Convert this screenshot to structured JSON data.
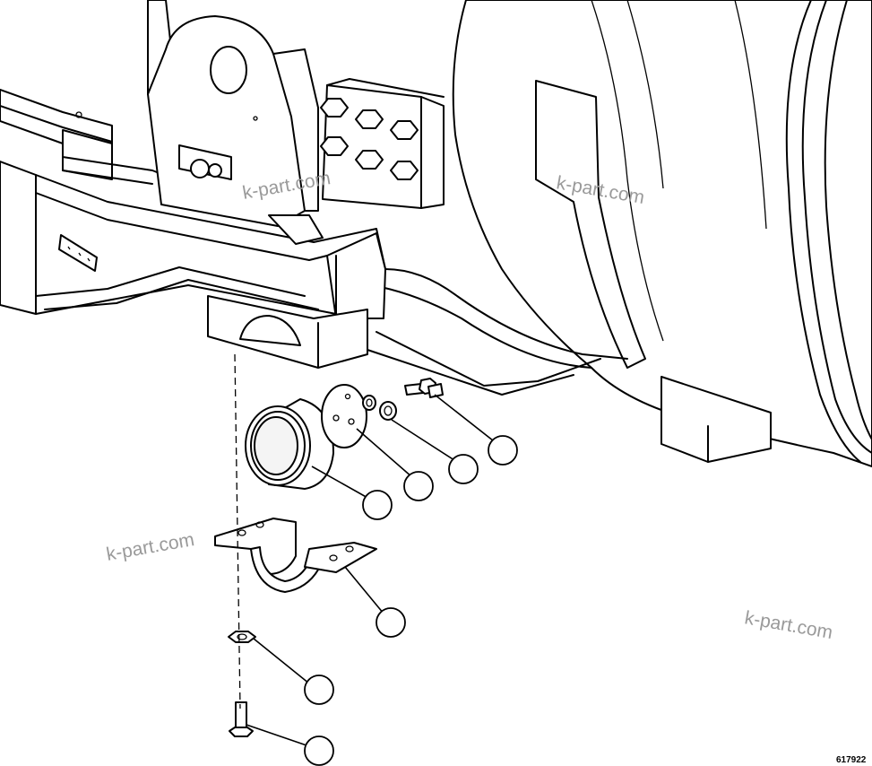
{
  "diagram": {
    "figure_id": "617922",
    "watermark_text": "k-part.com",
    "callouts": [
      {
        "id": "callout-mount-cushion",
        "label": ""
      },
      {
        "id": "callout-plate",
        "label": ""
      },
      {
        "id": "callout-washer",
        "label": ""
      },
      {
        "id": "callout-bolt-top",
        "label": ""
      },
      {
        "id": "callout-strap",
        "label": ""
      },
      {
        "id": "callout-nut",
        "label": ""
      },
      {
        "id": "callout-bolt-bottom",
        "label": ""
      }
    ]
  }
}
